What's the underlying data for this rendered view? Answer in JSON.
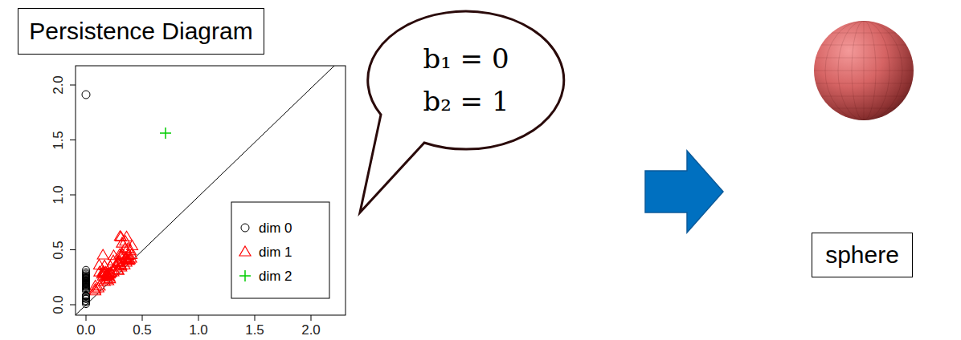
{
  "diagram": {
    "nodes": [
      {
        "text": [
          "Persistence Diagram"
        ]
      },
      {
        "text": [
          "b₁ = 0",
          "b₂ = 1"
        ]
      },
      {
        "text": [
          "sphere"
        ]
      }
    ],
    "labels": [
      "2.0",
      "1.5",
      "1.0",
      "0.5",
      "0.0",
      "0.0",
      "0.5",
      "1.0",
      "1.5",
      "2.0"
    ],
    "legend": [
      {
        "text": "dim 0"
      },
      {
        "text": "dim 1"
      },
      {
        "text": "dim 2"
      }
    ]
  }
}
